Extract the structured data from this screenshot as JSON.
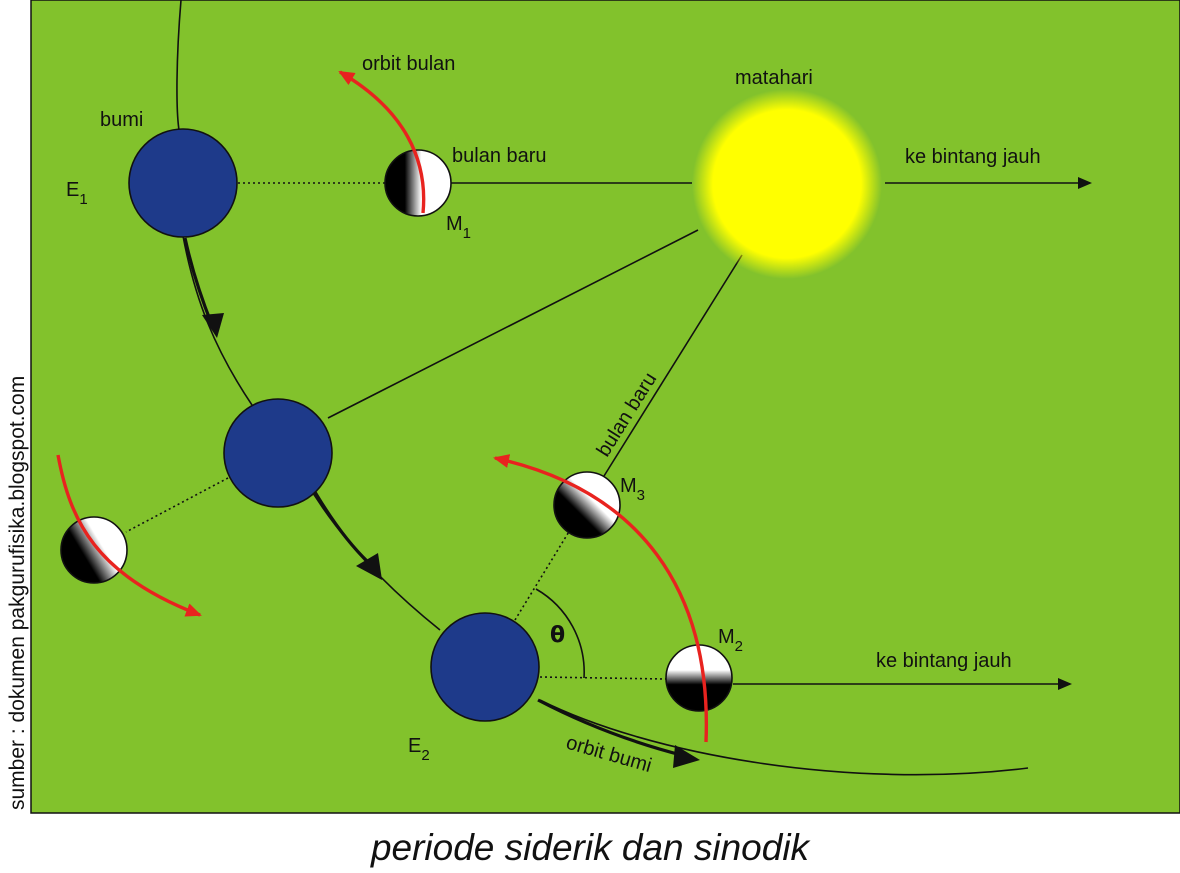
{
  "labels": {
    "bumi": "bumi",
    "e1_main": "E",
    "e1_sub": "1",
    "e2_main": "E",
    "e2_sub": "2",
    "m1_main": "M",
    "m1_sub": "1",
    "m2_main": "M",
    "m2_sub": "2",
    "m3_main": "M",
    "m3_sub": "3",
    "orbit_bulan": "orbit bulan",
    "bulan_baru_top": "bulan baru",
    "bulan_baru_diag": "bulan baru",
    "matahari": "matahari",
    "ke_bintang_jauh_top": "ke bintang jauh",
    "ke_bintang_jauh_bottom": "ke bintang jauh",
    "orbit_bumi": "orbit bumi",
    "theta": "θ",
    "source": "sumber : dokumen pakgurufisika.blogspot.com"
  },
  "caption": "periode siderik dan sinodik",
  "colors": {
    "background": "#82c22c",
    "earth": "#1e3a8a",
    "sun": "#ffff00",
    "moon_orbit": "#e8231f",
    "line": "#111111"
  }
}
